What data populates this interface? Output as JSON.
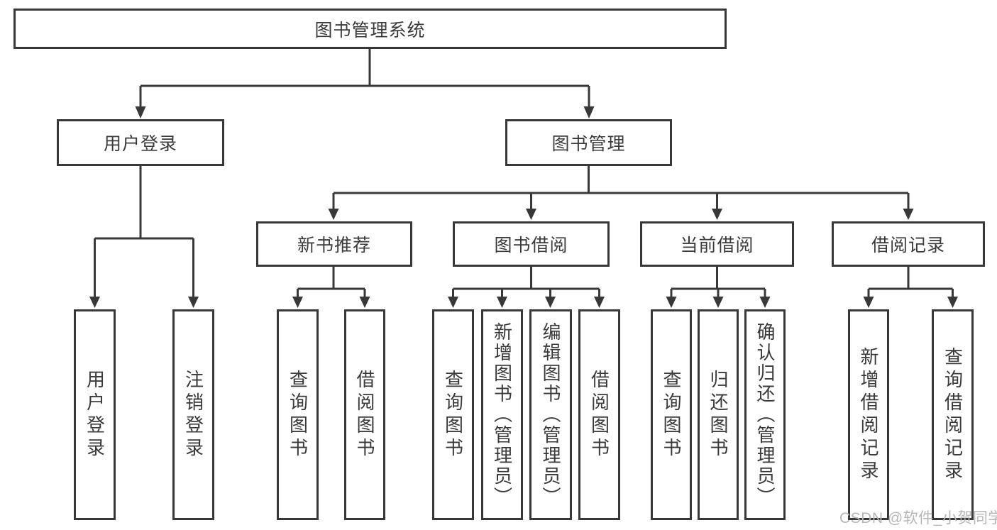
{
  "tree": {
    "root": {
      "label": "图书管理系统"
    },
    "login": {
      "label": "用户登录",
      "leaves": [
        "用户登录",
        "注销登录"
      ]
    },
    "mgmt": {
      "label": "图书管理",
      "groups": [
        {
          "label": "新书推荐",
          "leaves": [
            "查询图书",
            "借阅图书"
          ]
        },
        {
          "label": "图书借阅",
          "leaves": [
            "查询图书",
            "新增图书（管理员）",
            "编辑图书（管理员）",
            "借阅图书"
          ]
        },
        {
          "label": "当前借阅",
          "leaves": [
            "查询图书",
            "归还图书",
            "确认归还（管理员）"
          ]
        },
        {
          "label": "借阅记录",
          "leaves": [
            "新增借阅记录",
            "查询借阅记录"
          ]
        }
      ]
    }
  },
  "watermark": {
    "text": "CSDN @软件_小贺同学"
  },
  "colors": {
    "line": "#383838",
    "text": "#3a3a3a",
    "background": "#ffffff",
    "watermark": "#b6b6b6"
  }
}
